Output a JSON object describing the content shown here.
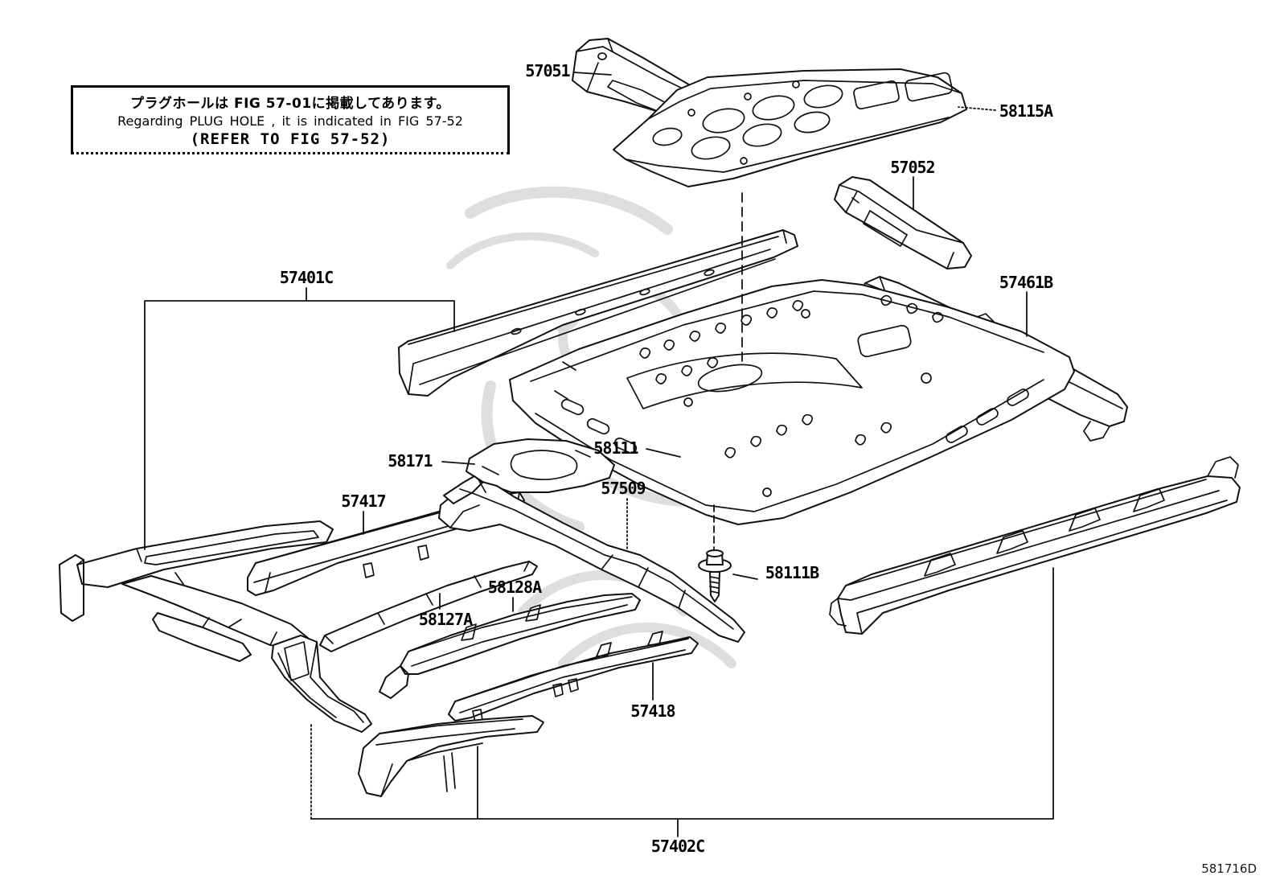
{
  "note_box": {
    "line1": "プラグホールは FIG 57-01に掲載してあります。",
    "line2": "Regarding PLUG HOLE , it is indicated in FIG 57-52",
    "line3": "(REFER TO FIG 57-52)"
  },
  "parts": {
    "p57051": "57051",
    "p58115A": "58115A",
    "p57052": "57052",
    "p57401C": "57401C",
    "p57461B": "57461B",
    "p58111": "58111",
    "p58171": "58171",
    "p57417": "57417",
    "p57509": "57509",
    "p58128A": "58128A",
    "p58127A": "58127A",
    "p58111B": "58111B",
    "p57418": "57418",
    "p57402C": "57402C"
  },
  "footer": {
    "diagram_code": "581716D"
  },
  "colors": {
    "line": "#111111",
    "watermark": "#d8d8d8",
    "background": "#ffffff"
  }
}
